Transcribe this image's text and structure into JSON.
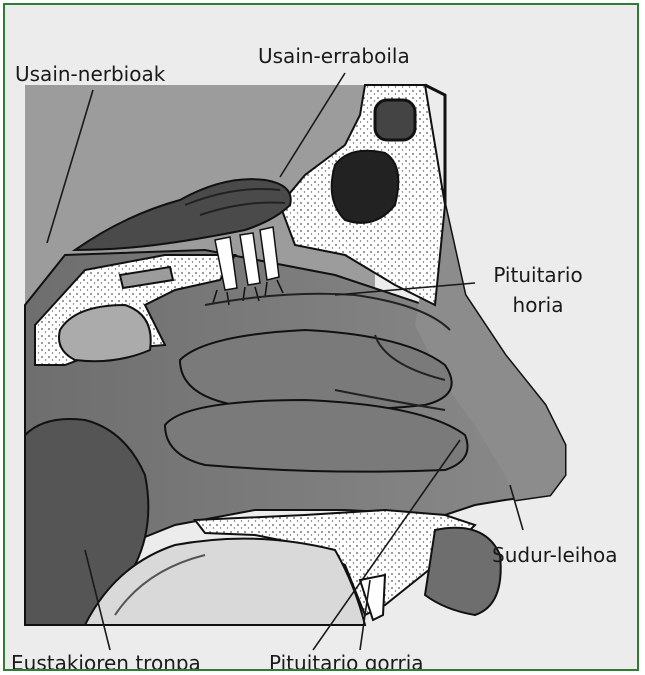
{
  "labels": {
    "olfactory_nerves": "Usain-nerbioak",
    "olfactory_bulb": "Usain-erraboila",
    "yellow_pituitary_line1": "Pituitario",
    "yellow_pituitary_line2": "horia",
    "nostril": "Sudur-leihoa",
    "eustachian_tube": "Eustakioren tronpa",
    "red_pituitary": "Pituitario gorria"
  },
  "colors": {
    "border": "#2e7d32",
    "background": "#ececec"
  }
}
